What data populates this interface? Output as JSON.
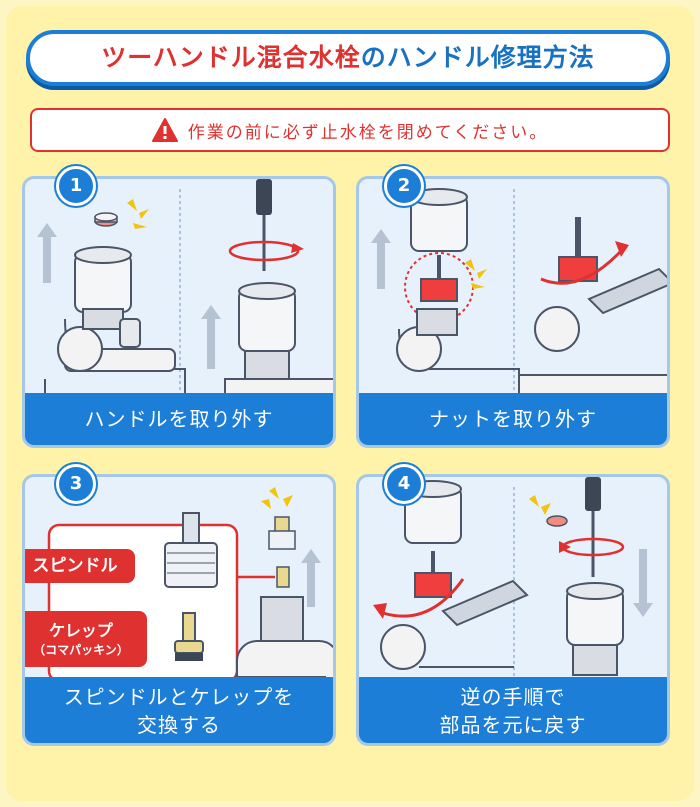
{
  "title": {
    "part1": "ツーハンドル混合水栓",
    "part2": "のハンドル修理方法"
  },
  "warning": "作業の前に必ず止水栓を閉めてください。",
  "steps": [
    {
      "number": "1",
      "caption": "ハンドルを取り外す"
    },
    {
      "number": "2",
      "caption": "ナットを取り外す"
    },
    {
      "number": "3",
      "caption_line1": "スピンドルとケレップを",
      "caption_line2": "交換する",
      "label_spindle": "スピンドル",
      "label_kerepp": "ケレップ",
      "label_kerepp_sub": "（コマパッキン）"
    },
    {
      "number": "4",
      "caption_line1": "逆の手順で",
      "caption_line2": "部品を元に戻す"
    }
  ],
  "colors": {
    "accent_blue": "#1c7ed6",
    "warning_red": "#e03131",
    "background_yellow": "#fef3a9"
  }
}
